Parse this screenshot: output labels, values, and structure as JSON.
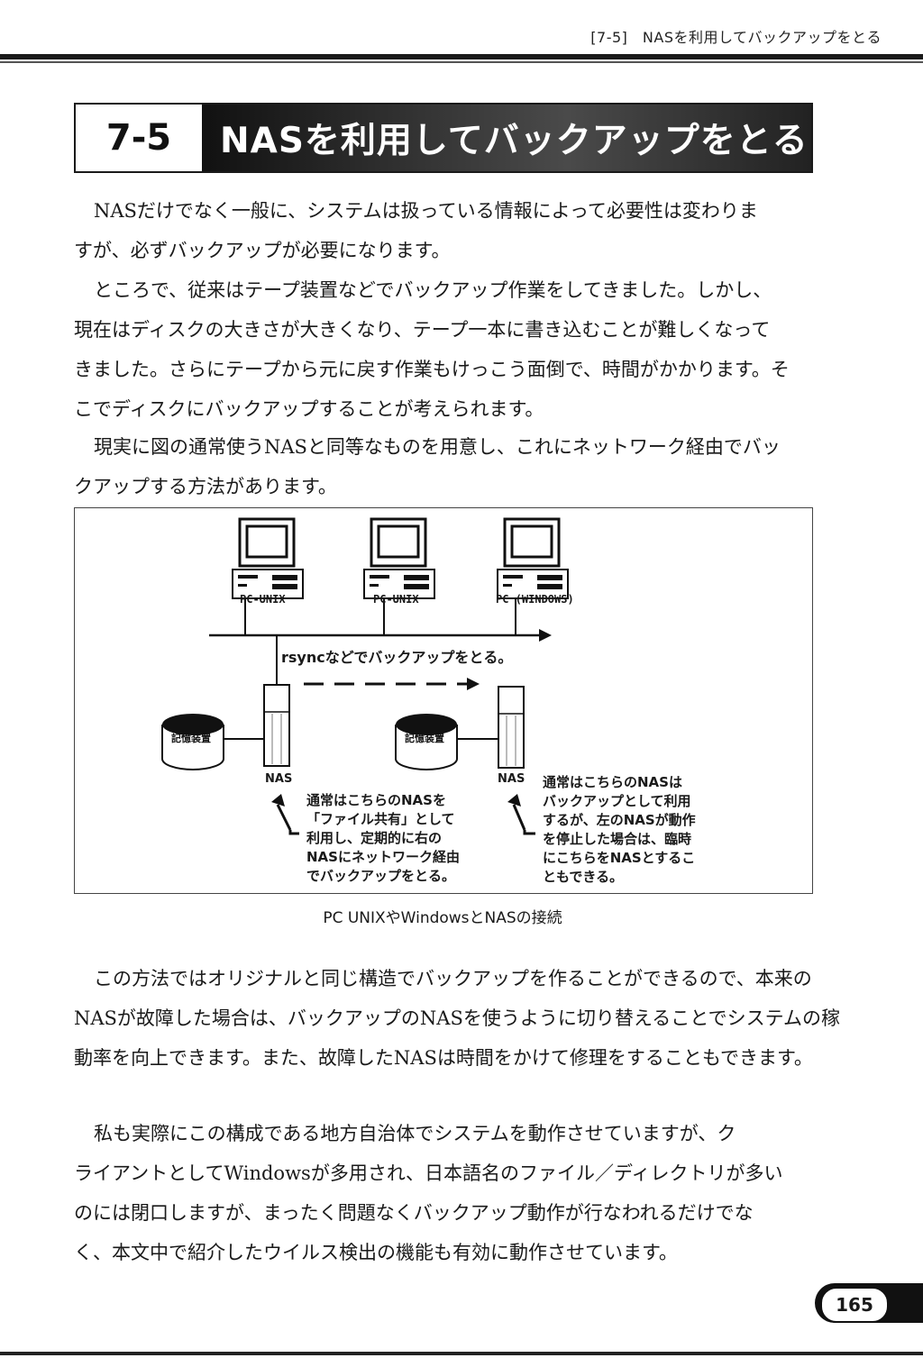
{
  "header": {
    "running_head": "[7-5]　NASを利用してバックアップをとる"
  },
  "section": {
    "number": "7-5",
    "title": "NASを利用してバックアップをとる"
  },
  "paragraphs": [
    [
      "NASだけでなく一般に、システムは扱っている情報によって必要性は変わりま",
      "すが、必ずバックアップが必要になります。"
    ],
    [
      "ところで、従来はテープ装置などでバックアップ作業をしてきました。しかし、",
      "現在はディスクの大きさが大きくなり、テープ一本に書き込むことが難しくなって",
      "きました。さらにテープから元に戻す作業もけっこう面倒で、時間がかかります。そ",
      "こでディスクにバックアップすることが考えられます。"
    ],
    [
      "現実に図の通常使うNASと同等なものを用意し、これにネットワーク経由でバッ",
      "クアップする方法があります。"
    ],
    [
      "この方法ではオリジナルと同じ構造でバックアップを作ることができるので、本来の",
      "NASが故障した場合は、バックアップのNASを使うように切り替えることでシステムの稼",
      "動率を向上できます。また、故障したNASは時間をかけて修理をすることもできます。"
    ],
    [
      "私も実際にこの構成である地方自治体でシステムを動作させていますが、ク",
      "ライアントとしてWindowsが多用され、日本語名のファイル／ディレクトリが多い",
      "のには閉口しますが、まったく問題なくバックアップ動作が行なわれるだけでな",
      "く、本文中で紹介したウイルス検出の機能も有効に動作させています。"
    ]
  ],
  "figure": {
    "pc_labels": [
      "PC-UNIX",
      "PC-UNIX",
      "PC (WINDOWS)"
    ],
    "rsync_label": "rsyncなどでバックアップをとる。",
    "storage_label": "記憶装置",
    "nas_label": "NAS",
    "left_note": [
      "通常はこちらのNASを",
      "「ファイル共有」として",
      "利用し、定期的に右の",
      "NASにネットワーク経由",
      "でバックアップをとる。"
    ],
    "right_note": [
      "通常はこちらのNASは",
      "バックアップとして利用",
      "するが、左のNASが動作",
      "を停止した場合は、臨時",
      "にこちらをNASとするこ",
      "ともできる。"
    ],
    "caption": "PC UNIXやWindowsとNASの接続"
  },
  "footer": {
    "page_number": "165"
  }
}
